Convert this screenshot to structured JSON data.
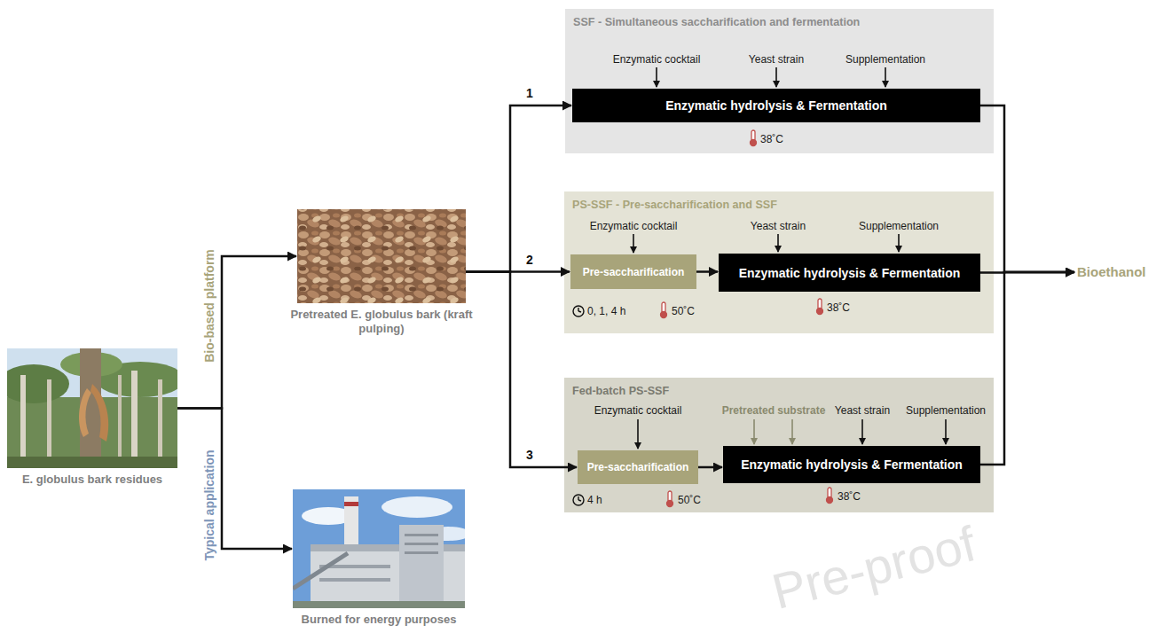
{
  "diagram": {
    "nodes": [
      {
        "text": [
          "E. globulus bark residues"
        ]
      },
      {
        "text": [
          "Pretreated E. globulus bark (kraft pulping)"
        ]
      },
      {
        "text": [
          "Burned for energy purposes"
        ]
      },
      {
        "text": [
          "SSF - Simultaneous saccharification and fermentation"
        ]
      },
      {
        "text": [
          "Enzymatic hydrolysis & Fermentation"
        ],
        "in": 3
      },
      {
        "text": [
          "PS-SSF - Pre-saccharification and SSF"
        ]
      },
      {
        "text": [
          "Pre-saccharification"
        ],
        "in": 5
      },
      {
        "text": [
          "Enzymatic hydrolysis & Fermentation"
        ],
        "in": 5
      },
      {
        "text": [
          "Fed-batch PS-SSF"
        ]
      },
      {
        "text": [
          "Pre-saccharification"
        ],
        "in": 8
      },
      {
        "text": [
          "Enzymatic hydrolysis & Fermentation"
        ],
        "in": 8
      },
      {
        "text": [
          "Bioethanol"
        ]
      }
    ],
    "edges": [
      {
        "from": 0,
        "to": 1,
        "arrow": "to"
      },
      {
        "from": 0,
        "to": 2,
        "arrow": "to"
      },
      {
        "from": 1,
        "to": 4,
        "label": "1",
        "arrow": "to"
      },
      {
        "from": 1,
        "to": 6,
        "label": "2",
        "arrow": "to"
      },
      {
        "from": 1,
        "to": 9,
        "label": "3",
        "arrow": "to"
      },
      {
        "from": 6,
        "to": 7,
        "arrow": "to"
      },
      {
        "from": 9,
        "to": 10,
        "arrow": "to"
      },
      {
        "from": 4,
        "to": 11,
        "arrow": "to"
      },
      {
        "from": 7,
        "to": 11,
        "arrow": "to"
      },
      {
        "from": 10,
        "to": 11,
        "arrow": "to"
      }
    ],
    "labels": [
      "Bio-based platform",
      "Typical application",
      "Enzymatic cocktail",
      "Yeast strain",
      "Supplementation",
      "38˚C",
      "Enzymatic cocktail",
      "Yeast strain",
      "Supplementation",
      "0, 1, 4 h",
      "50˚C",
      "38˚C",
      "Enzymatic cocktail",
      "Pretreated substrate",
      "Yeast strain",
      "Supplementation",
      "4 h",
      "50˚C",
      "38˚C",
      "Pre-proof"
    ]
  }
}
